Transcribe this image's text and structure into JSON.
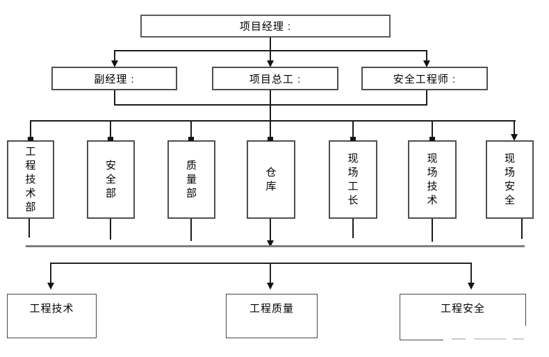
{
  "diagram": {
    "type": "org-chart",
    "level1": {
      "label": "项目经理 :"
    },
    "level2": [
      {
        "label": "副经理 :"
      },
      {
        "label": "项目总工 :"
      },
      {
        "label": "安全工程师 :"
      }
    ],
    "level3": [
      {
        "label": "工程技术部"
      },
      {
        "label": "安全部"
      },
      {
        "label": "质量部"
      },
      {
        "label": "仓库"
      },
      {
        "label": "现场工长"
      },
      {
        "label": "现场技术"
      },
      {
        "label": "现场安全"
      }
    ],
    "level4": [
      {
        "label": "工程技术"
      },
      {
        "label": "工程质量"
      },
      {
        "label": "工程安全"
      }
    ],
    "colors": {
      "background": "#ffffff",
      "line": "#1a1a1a",
      "gray_divider": "#7e7e7e",
      "box_border": "#4e4e4e"
    }
  }
}
